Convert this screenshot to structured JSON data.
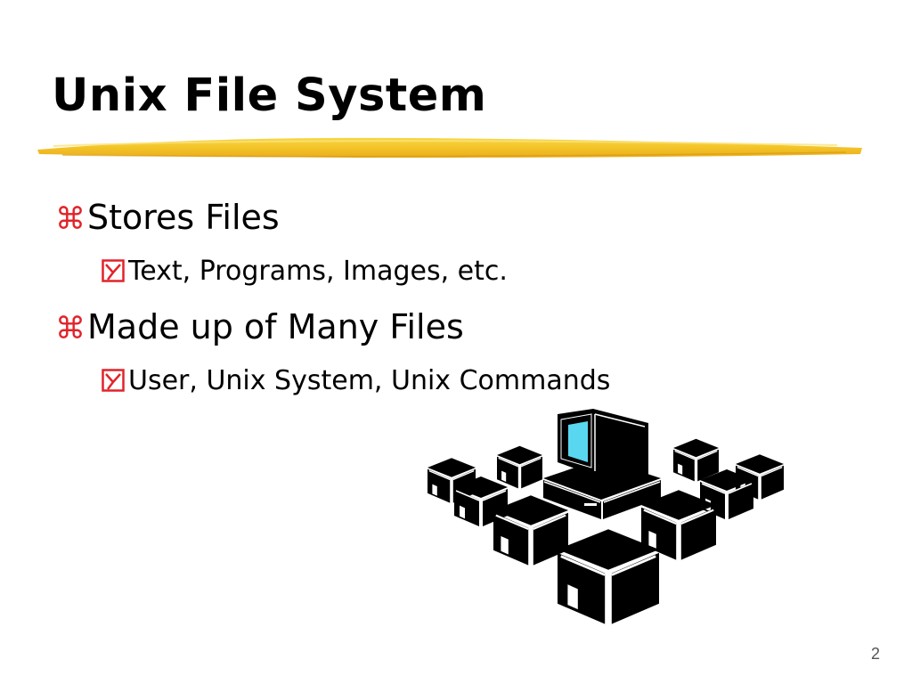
{
  "slide": {
    "title": "Unix File System",
    "bullets": [
      {
        "text": "Stores Files",
        "sub": "Text, Programs, Images, etc."
      },
      {
        "text": "Made up of Many Files",
        "sub": "User, Unix System, Unix Commands"
      }
    ],
    "page_number": "2"
  },
  "colors": {
    "highlight": "#f2c01c",
    "bullet_mark": "#e0242a",
    "screen": "#5ad7f0"
  },
  "icons": {
    "level1": "command-key-icon",
    "level2": "checked-box-icon",
    "illustration": "computer-network-icon"
  }
}
